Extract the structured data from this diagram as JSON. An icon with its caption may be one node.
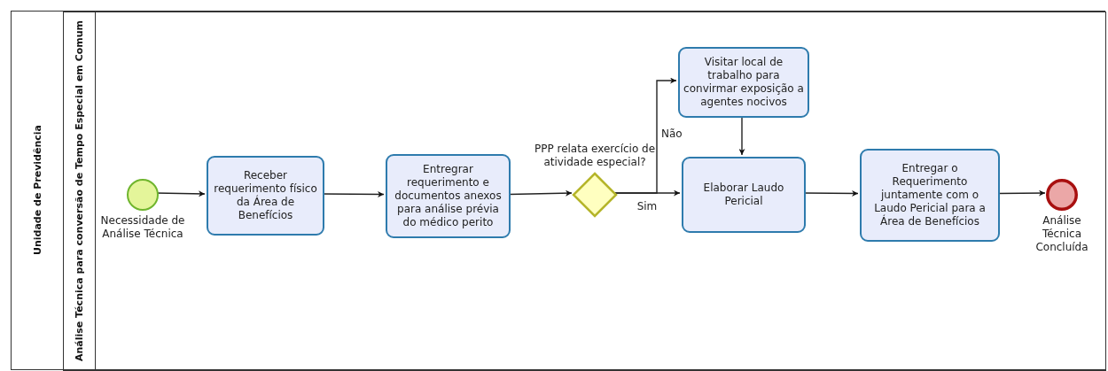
{
  "diagram": {
    "nodes": [
      {
        "text": [
          "Unidade de Previdência"
        ]
      },
      {
        "text": [
          "Análise Técnica para conversão de Tempo Especial em Comum"
        ],
        "in": 0
      },
      {
        "text": [
          "Necessidade de Análise Técnica"
        ],
        "in": 1
      },
      {
        "text": [
          "Receber requerimento físico da Área de Benefícios"
        ],
        "in": 1
      },
      {
        "text": [
          "Entregrar requerimento e documentos anexos para análise prévia do médico perito"
        ],
        "in": 1
      },
      {
        "text": [
          "PPP relata exercício de atividade especial?"
        ],
        "in": 1
      },
      {
        "text": [
          "Visitar local de trabalho para convirmar exposição a agentes nocivos"
        ],
        "in": 1
      },
      {
        "text": [
          "Elaborar Laudo Pericial"
        ],
        "in": 1
      },
      {
        "text": [
          "Entregar o Requerimento juntamente com o Laudo Pericial para a Área de Benefícios"
        ],
        "in": 1
      },
      {
        "text": [
          "Análise Técnica Concluída"
        ],
        "in": 1
      }
    ],
    "edges": [
      {
        "from": 2,
        "to": 3,
        "arrow": "to"
      },
      {
        "from": 3,
        "to": 4,
        "arrow": "to"
      },
      {
        "from": 4,
        "to": 5,
        "arrow": "to"
      },
      {
        "from": 5,
        "to": 7,
        "arrow": "to",
        "label": "Sim"
      },
      {
        "from": 5,
        "to": 6,
        "arrow": "to",
        "label": "Não"
      },
      {
        "from": 6,
        "to": 7,
        "arrow": "to"
      },
      {
        "from": 7,
        "to": 8,
        "arrow": "to"
      },
      {
        "from": 8,
        "to": 9,
        "arrow": "to"
      }
    ]
  }
}
